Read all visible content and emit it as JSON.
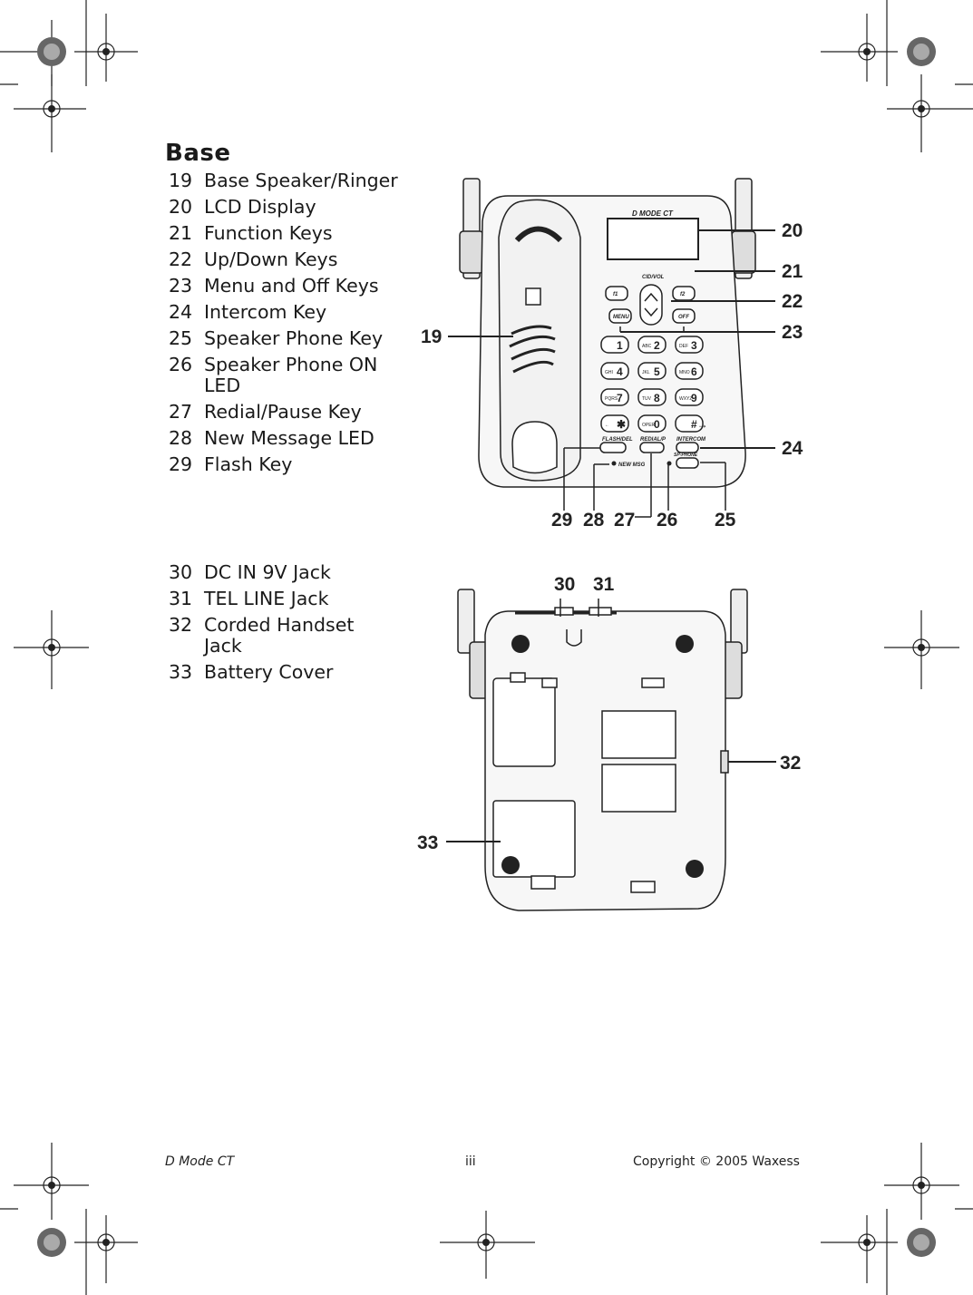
{
  "section_title": "Base",
  "group1": [
    {
      "num": "19",
      "label": "Base Speaker/Ringer"
    },
    {
      "num": "20",
      "label": "LCD Display"
    },
    {
      "num": "21",
      "label": "Function Keys"
    },
    {
      "num": "22",
      "label": "Up/Down Keys"
    },
    {
      "num": "23",
      "label": "Menu and Off Keys"
    },
    {
      "num": "24",
      "label": "Intercom Key"
    },
    {
      "num": "25",
      "label": "Speaker Phone Key"
    },
    {
      "num": "26",
      "label": "Speaker Phone ON LED"
    },
    {
      "num": "27",
      "label": "Redial/Pause Key"
    },
    {
      "num": "28",
      "label": "New Message LED"
    },
    {
      "num": "29",
      "label": "Flash Key"
    }
  ],
  "group2": [
    {
      "num": "30",
      "label": "DC IN 9V Jack"
    },
    {
      "num": "31",
      "label": "TEL LINE Jack"
    },
    {
      "num": "32",
      "label": "Corded Handset Jack"
    },
    {
      "num": "33",
      "label": "Battery Cover"
    }
  ],
  "top_callouts": {
    "c19": "19",
    "c20": "20",
    "c21": "21",
    "c22": "22",
    "c23": "23",
    "c24": "24",
    "c25": "25",
    "c26": "26",
    "c27": "27",
    "c28": "28",
    "c29": "29"
  },
  "bottom_callouts": {
    "c30": "30",
    "c31": "31",
    "c32": "32",
    "c33": "33"
  },
  "device_labels": {
    "brand": "D MODE CT",
    "cid_vol": "CID/VOL",
    "f1": "f1",
    "f2": "f2",
    "menu": "MENU",
    "off": "OFF",
    "keys": [
      {
        "letters": "",
        "digit": "1"
      },
      {
        "letters": "ABC",
        "digit": "2"
      },
      {
        "letters": "DEF",
        "digit": "3"
      },
      {
        "letters": "GHI",
        "digit": "4"
      },
      {
        "letters": "JKL",
        "digit": "5"
      },
      {
        "letters": "MNO",
        "digit": "6"
      },
      {
        "letters": "PQRS",
        "digit": "7"
      },
      {
        "letters": "TUV",
        "digit": "8"
      },
      {
        "letters": "WXYZ",
        "digit": "9"
      },
      {
        "letters": "←",
        "digit": "✱"
      },
      {
        "letters": "OPER",
        "digit": "0"
      },
      {
        "letters": "",
        "digit": "#→"
      }
    ],
    "flash_del": "FLASH/DEL",
    "redial_p": "REDIAL/P",
    "intercom": "INTERCOM",
    "new_msg": "NEW MSG",
    "spk": "SP-PHONE"
  },
  "footer": {
    "left": "D Mode CT",
    "center": "iii",
    "right": "Copyright © 2005 Waxess"
  }
}
